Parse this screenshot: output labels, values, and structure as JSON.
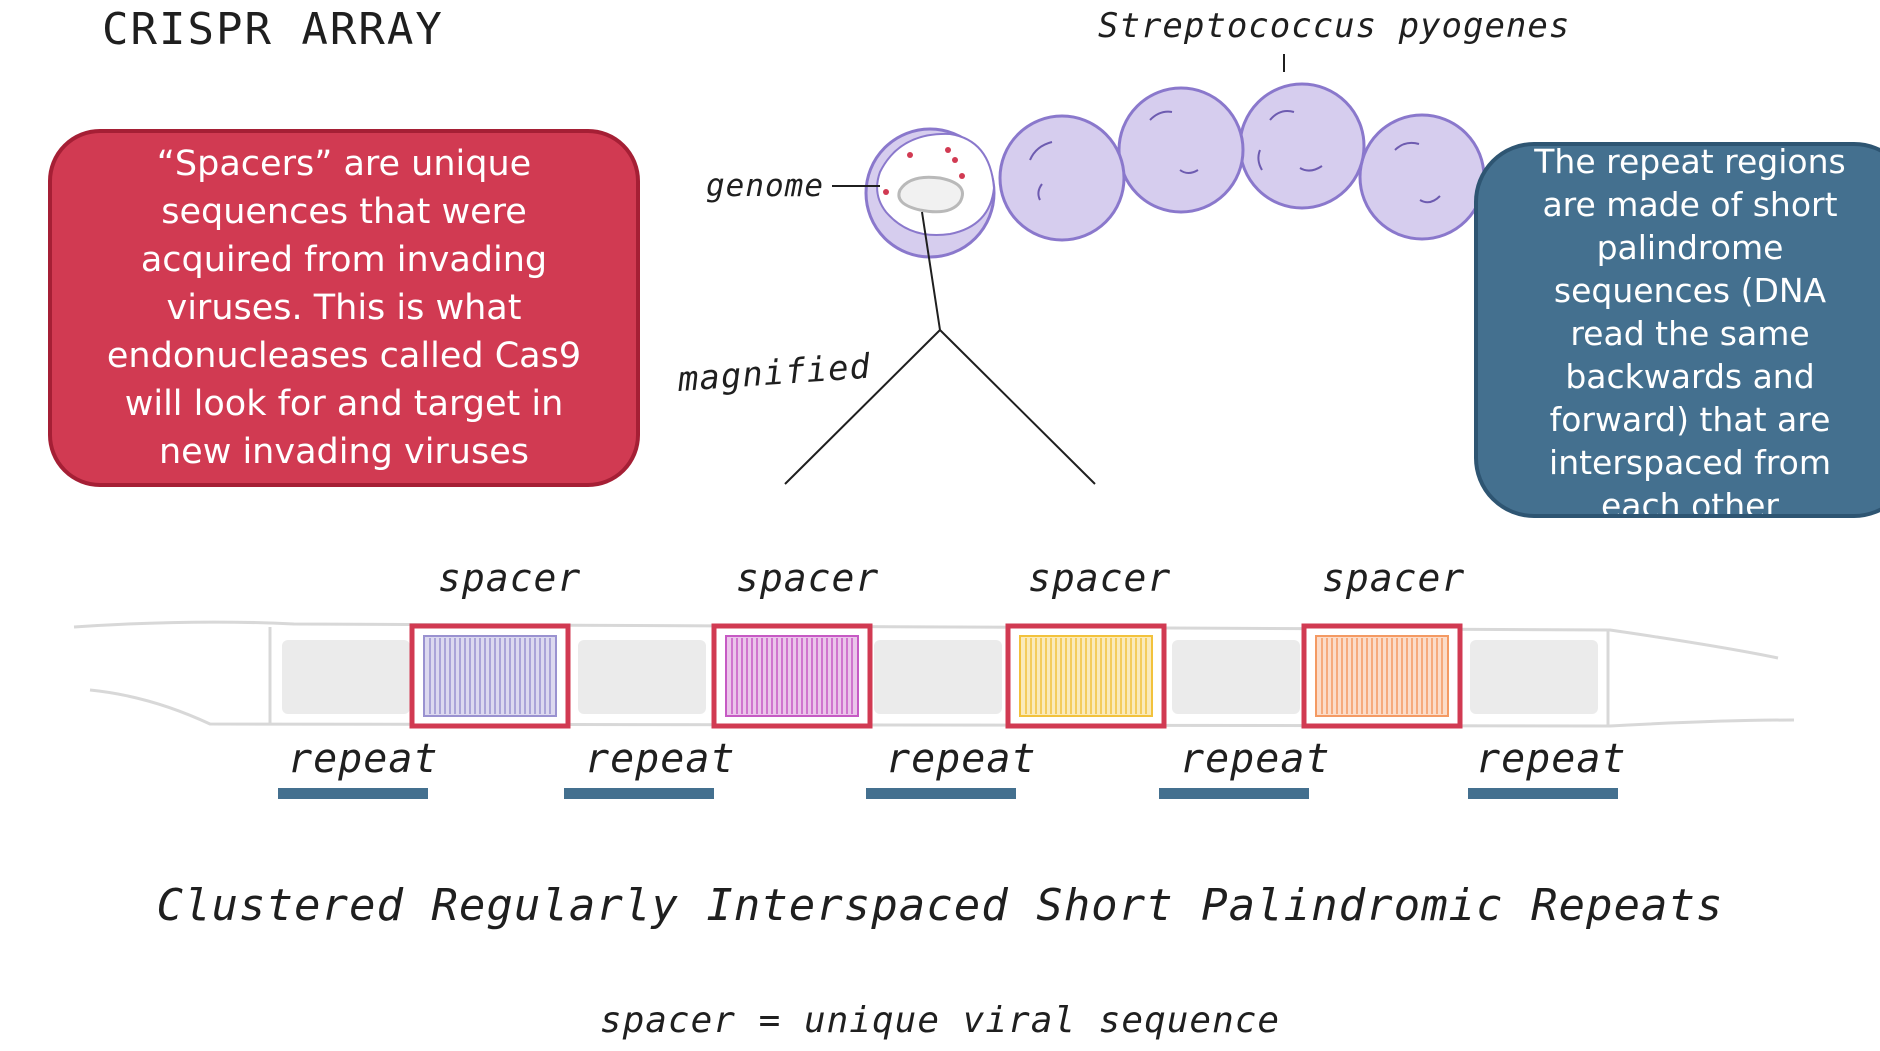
{
  "title": "CRISPR ARRAY",
  "cell_labels": {
    "species": "Streptococcus pyogenes",
    "genome": "genome",
    "magnified": "magnified"
  },
  "callouts": {
    "spacers": "“Spacers” are unique sequences that were acquired from invading viruses. This is what endonucleases called Cas9 will look for and target in new invading viruses",
    "repeats": "The repeat regions are made of short palindrome sequences (DNA read the same backwards and forward) that are interspaced from each other"
  },
  "array": {
    "spacers": [
      {
        "label": "spacer",
        "color": "#9a92d0"
      },
      {
        "label": "spacer",
        "color": "#c65ac4"
      },
      {
        "label": "spacer",
        "color": "#f2c23c"
      },
      {
        "label": "spacer",
        "color": "#f49a63"
      }
    ],
    "repeats": [
      "repeat",
      "repeat",
      "repeat",
      "repeat",
      "repeat"
    ],
    "spacer_frame_color": "#d13a52",
    "repeat_color": "#44708f"
  },
  "expansion": "Clustered Regularly Interspaced Short Palindromic Repeats",
  "legend": "spacer = unique viral sequence",
  "colors": {
    "cell_fill": "#d6cdee",
    "cell_outline": "#8a78cc",
    "red_callout": "#d13a52",
    "blue_callout": "#44708f"
  }
}
